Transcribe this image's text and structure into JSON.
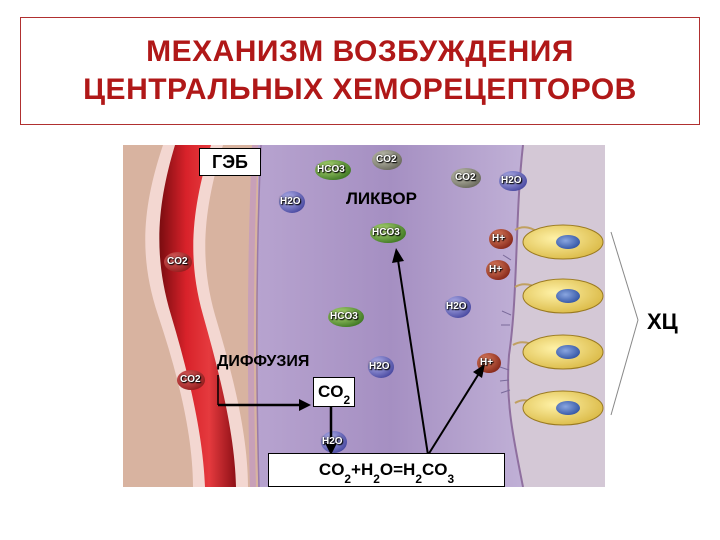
{
  "title": {
    "line1": "МЕХАНИЗМ ВОЗБУЖДЕНИЯ",
    "line2": "ЦЕНТРАЛЬНЫХ ХЕМОРЕЦЕПТОРОВ"
  },
  "diagram": {
    "geb_label": "ГЭБ",
    "likvor_label": "ЛИКВОР",
    "diffusion_label": "ДИФФУЗИЯ",
    "co2_box": {
      "main": "CO",
      "sub": "2"
    },
    "reaction_box": {
      "p1": "CO",
      "s1": "2",
      "p2": "+H",
      "s2": "2",
      "p3": "O=H",
      "s3": "2",
      "p4": "CO",
      "s4": "3"
    },
    "receptor_label": "ХЦ",
    "molecules": {
      "hco3": "HCO3",
      "co2": "CO2",
      "h2o": "H2O",
      "hplus": "H+"
    }
  }
}
